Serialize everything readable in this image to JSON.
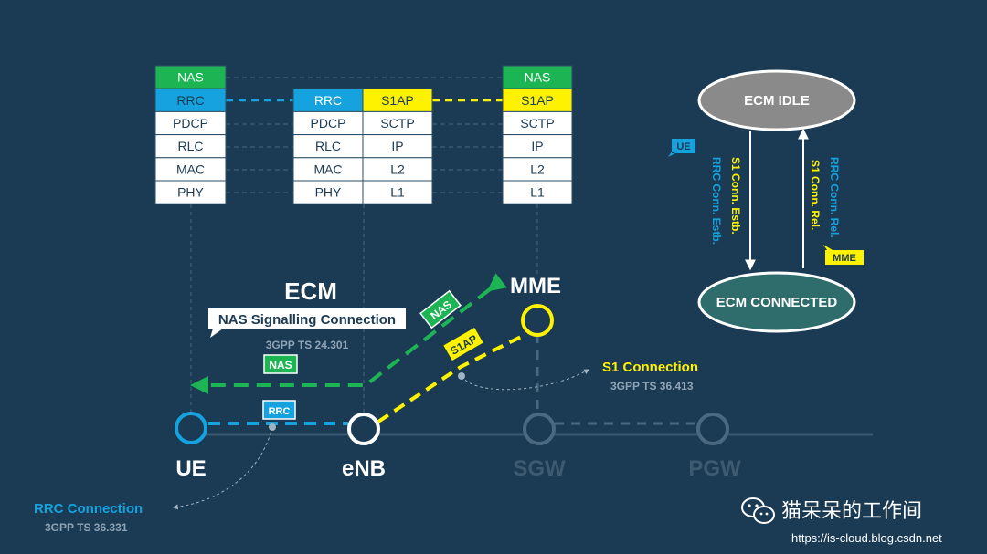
{
  "stacks": {
    "ue": [
      "NAS",
      "RRC",
      "PDCP",
      "RLC",
      "MAC",
      "PHY"
    ],
    "enb_left": [
      "RRC",
      "PDCP",
      "RLC",
      "MAC",
      "PHY"
    ],
    "enb_right": [
      "S1AP",
      "SCTP",
      "IP",
      "L2",
      "L1"
    ],
    "mme": [
      "NAS",
      "S1AP",
      "SCTP",
      "IP",
      "L2",
      "L1"
    ]
  },
  "nodes": {
    "ue": "UE",
    "enb": "eNB",
    "sgw": "SGW",
    "pgw": "PGW",
    "mme": "MME"
  },
  "ecm_title": "ECM",
  "nas_signalling_label": "NAS Signalling Connection",
  "nas_spec": "3GPP TS 24.301",
  "tags": {
    "nas_diag": "NAS",
    "nas_flat": "NAS",
    "s1ap": "S1AP",
    "rrc": "RRC",
    "ue_badge": "UE",
    "mme_badge": "MME"
  },
  "s1_connection": {
    "label": "S1 Connection",
    "spec": "3GPP TS 36.413"
  },
  "rrc_connection": {
    "label": "RRC Connection",
    "spec": "3GPP TS 36.331"
  },
  "state_diagram": {
    "idle": "ECM IDLE",
    "connected": "ECM CONNECTED",
    "s1_estb": "S1 Conn. Estb.",
    "rrc_estb": "RRC Conn. Estb.",
    "s1_rel": "S1 Conn. Rel.",
    "rrc_rel": "RRC Conn. Rel."
  },
  "watermark": {
    "name": "猫呆呆的工作间",
    "url": "https://is-cloud.blog.csdn.net"
  },
  "colors": {
    "background": "#1b3b55",
    "nas_green": "#1db553",
    "rrc_blue": "#15a2df",
    "s1ap_yellow": "#fff200",
    "cell_fill": "#ffffff",
    "cell_border": "#2b4d66",
    "dim_line": "#4a6880",
    "idle_fill": "#8a8a8a",
    "connected_fill": "#2f6c6c"
  }
}
